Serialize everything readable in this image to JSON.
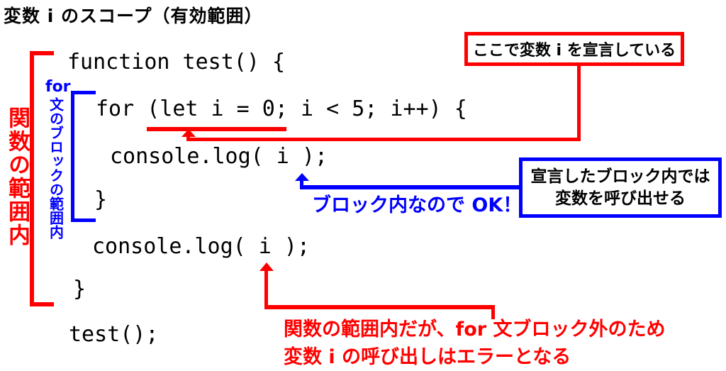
{
  "title": "変数 i のスコープ（有効範囲）",
  "colors": {
    "accent_red": "#ff0000",
    "accent_blue": "#0000ff",
    "code_black": "#000000"
  },
  "code": {
    "function_open": "function test() {",
    "for_statement": "for (let i = 0; i < 5; i++) {",
    "log_inside_block": "console.log( i );",
    "for_close": "}",
    "log_outside_block": "console.log( i );",
    "function_close": "}",
    "function_call": "test();"
  },
  "scope_labels": {
    "function_scope": "関数の範囲内",
    "for_scope_prefix": "for",
    "for_scope_vertical": "文のブロックの範囲内"
  },
  "callouts": {
    "declare_box": "ここで変数 i を宣言している",
    "block_box_line1": "宣言したブロック内では",
    "block_box_line2": "変数を呼び出せる",
    "ok_note": "ブロック内なので OK！",
    "error_note_line1": "関数の範囲内だが、for 文ブロック外のため",
    "error_note_line2": "変数 i の呼び出しはエラーとなる"
  }
}
